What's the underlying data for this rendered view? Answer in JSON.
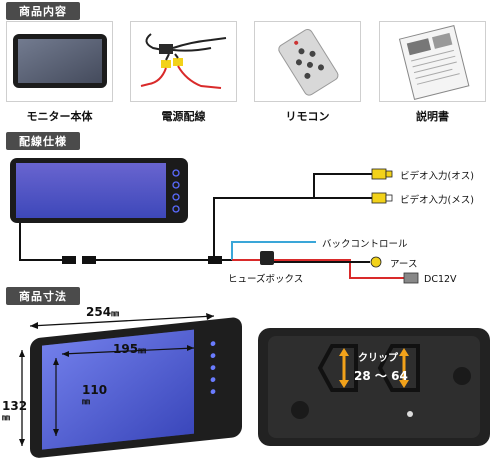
{
  "sections": {
    "contents": "商品内容",
    "wiring": "配線仕様",
    "dimensions": "商品寸法"
  },
  "contents_items": [
    {
      "label": "モニター本体",
      "icon": "monitor-image"
    },
    {
      "label": "電源配線",
      "icon": "power-cable-image"
    },
    {
      "label": "リモコン",
      "icon": "remote-control-image"
    },
    {
      "label": "説明書",
      "icon": "manual-image"
    }
  ],
  "wiring": {
    "video_in_male": "ビデオ入力(オス)",
    "video_in_female": "ビデオ入力(メス)",
    "back_control": "バックコントロール",
    "ground": "アース",
    "dc": "DC12V",
    "fuse_box": "ヒューズボックス"
  },
  "dimensions": {
    "width": "254",
    "screen_width": "195",
    "screen_height": "110",
    "height": "132",
    "unit": "㎜",
    "clip_label": "クリップ",
    "clip_min": "28",
    "clip_sep": "～",
    "clip_max": "64"
  },
  "colors": {
    "header_bg": "#4b4b4b",
    "screen_blue": "#4a53c8",
    "wire_blue": "#3aa6d8",
    "wire_red": "#d92a2a",
    "connector_yellow": "#f2d21a"
  }
}
